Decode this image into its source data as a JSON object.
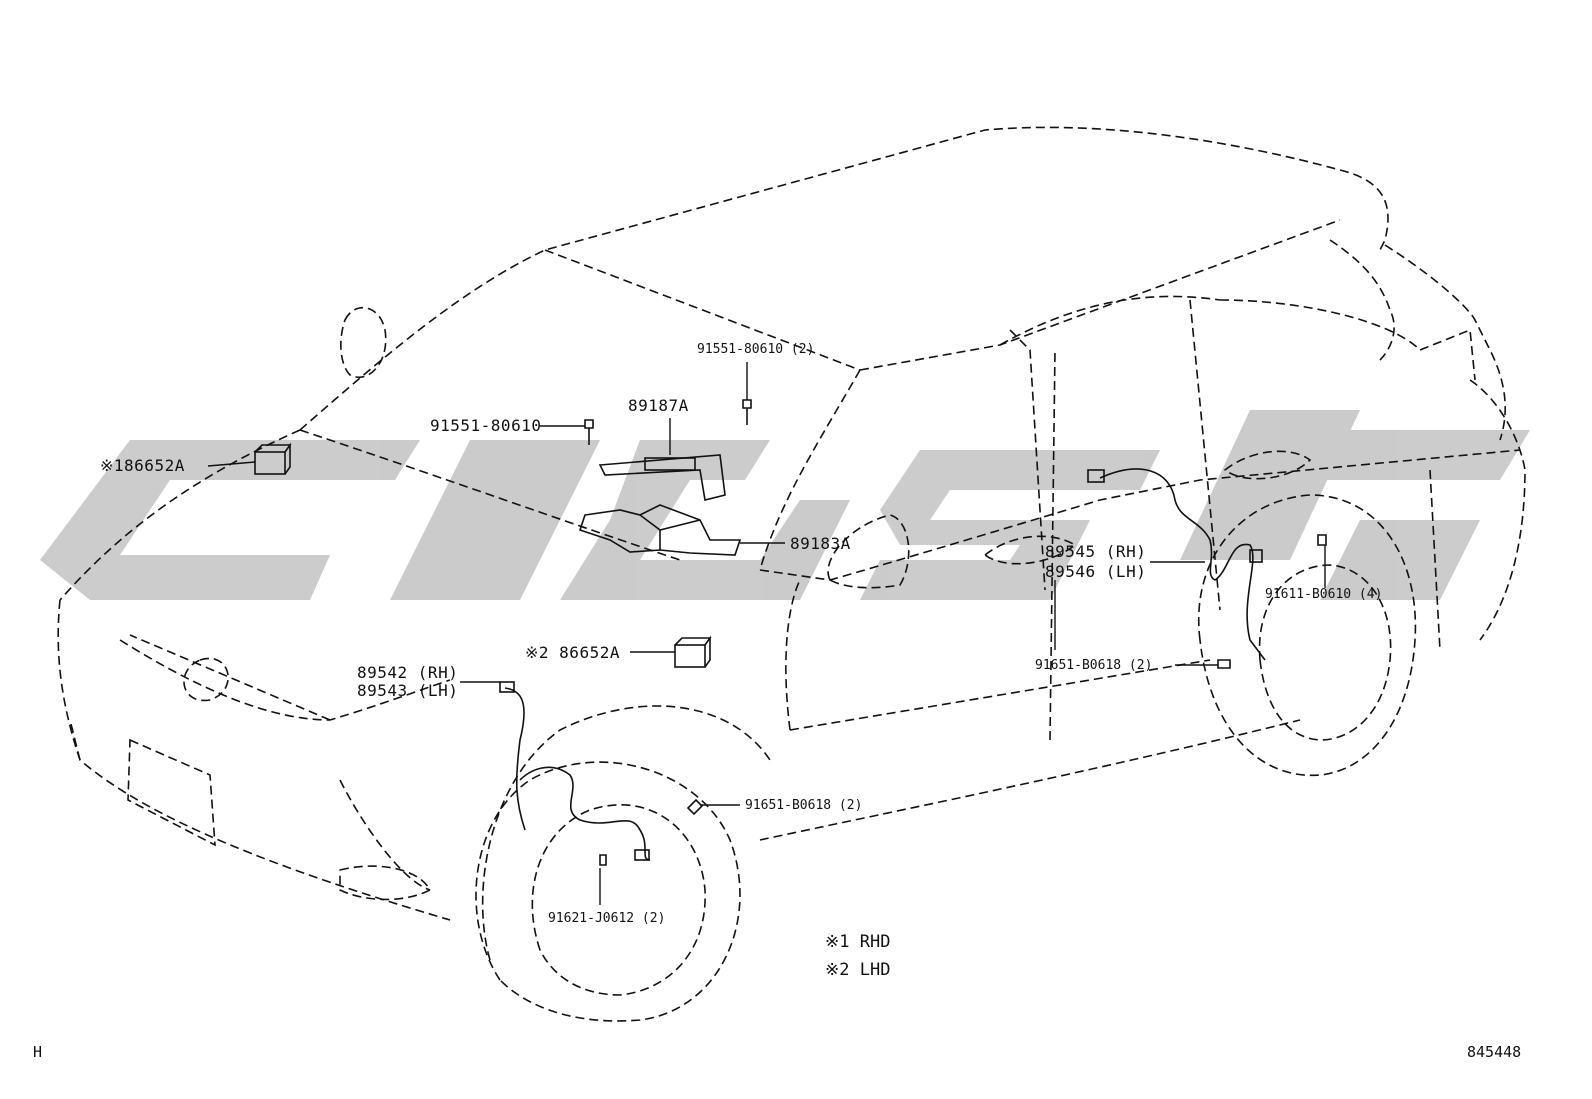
{
  "watermark": {
    "color": "#c9c9c9"
  },
  "callouts": {
    "c1": "※186652A",
    "c2": "91551-80610",
    "c3": "89187A",
    "c4": "91551-80610 (2)",
    "c5": "89183A",
    "c6": "※2 86652A",
    "c7a": "89542 (RH)",
    "c7b": "89543 (LH)",
    "c8": "91651-B0618 (2)",
    "c9": "91621-J0612 (2)",
    "c10a": "89545 (RH)",
    "c10b": "89546 (LH)",
    "c11": "91611-B0610 (4)",
    "c12": "91651-B0618 (2)"
  },
  "legend": [
    {
      "mark": "※1",
      "text": "RHD"
    },
    {
      "mark": "※2",
      "text": "LHD"
    }
  ],
  "footer": {
    "left": "H",
    "right": "845448"
  }
}
